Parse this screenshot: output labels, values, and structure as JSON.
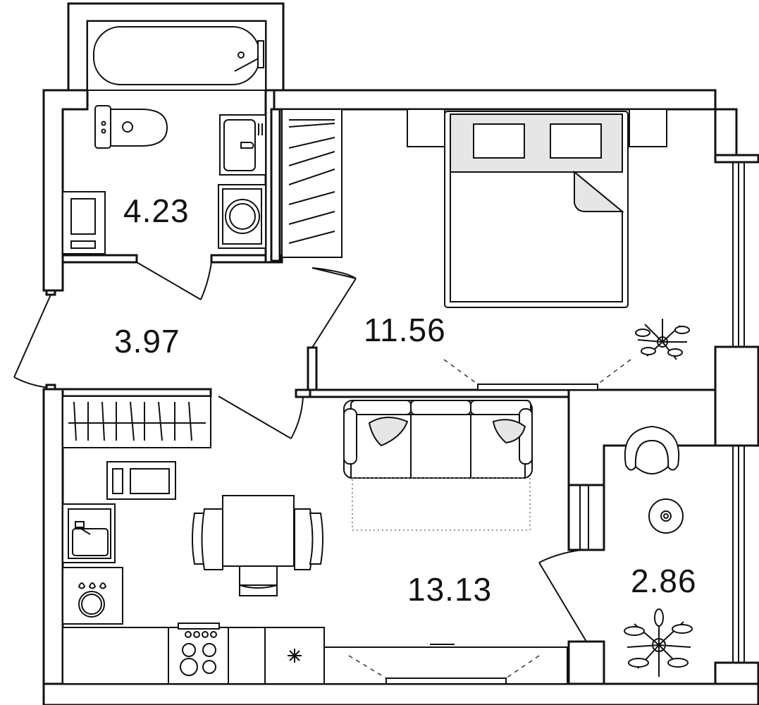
{
  "rooms": {
    "bathroom": {
      "area": "4.23"
    },
    "hallway": {
      "area": "3.97"
    },
    "bedroom": {
      "area": "11.56"
    },
    "living_kitchen": {
      "area": "13.13"
    },
    "balcony": {
      "area": "2.86"
    }
  },
  "colors": {
    "wall": "#111111",
    "background": "#ffffff",
    "bedding": "#e6e6e6"
  }
}
